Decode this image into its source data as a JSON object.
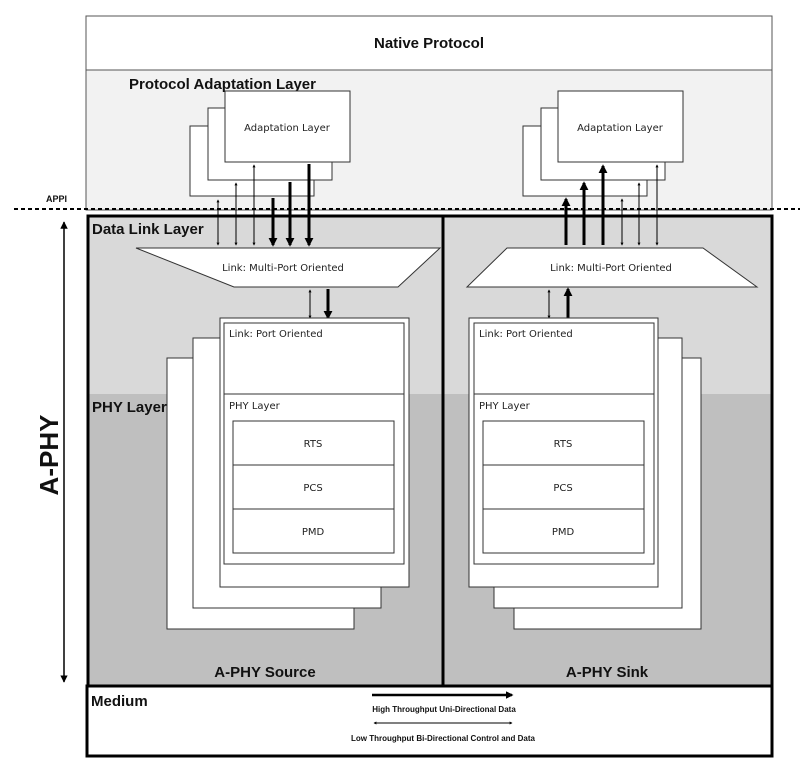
{
  "layers": {
    "native_protocol": "Native Protocol",
    "protocol_adaptation_layer": "Protocol Adaptation Layer",
    "appi": "APPI",
    "data_link_layer": "Data Link Layer",
    "phy_layer": "PHY Layer",
    "medium": "Medium",
    "a_phy": "A-PHY"
  },
  "source": {
    "label": "A-PHY Source",
    "adaptation_layer": "Adaptation Layer",
    "link_multi_port": "Link: Multi-Port Oriented",
    "link_port": "Link: Port Oriented",
    "phy_layer": "PHY Layer",
    "sublayers": [
      "RTS",
      "PCS",
      "PMD"
    ]
  },
  "sink": {
    "label": "A-PHY Sink",
    "adaptation_layer": "Adaptation Layer",
    "link_multi_port": "Link: Multi-Port Oriented",
    "link_port": "Link: Port Oriented",
    "phy_layer": "PHY Layer",
    "sublayers": [
      "RTS",
      "PCS",
      "PMD"
    ]
  },
  "legend": {
    "uni_directional": "High Throughput Uni-Directional Data",
    "bi_directional": "Low Throughput Bi-Directional Control and Data"
  },
  "colors": {
    "pal_bg": "#f2f2f2",
    "dll_bg": "#d9d9d9",
    "phy_bg": "#bfbfbf",
    "line": "#000000"
  }
}
